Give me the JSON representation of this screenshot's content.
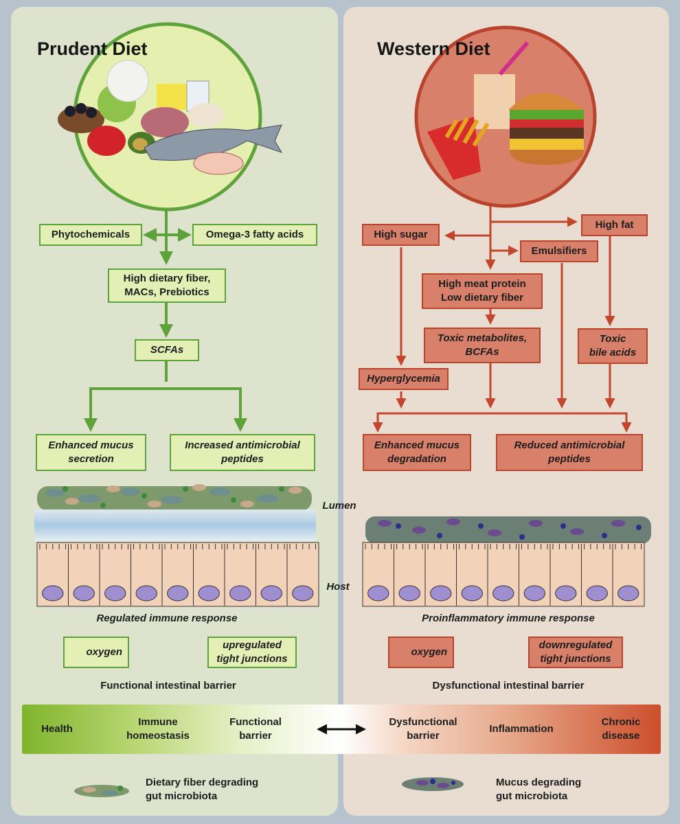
{
  "prudent": {
    "title": "Prudent Diet",
    "phytochemicals": "Phytochemicals",
    "omega3": "Omega-3 fatty acids",
    "fiber_line1": "High dietary fiber,",
    "fiber_line2": "MACs, Prebiotics",
    "scfas": "SCFAs",
    "mucus_line1": "Enhanced mucus",
    "mucus_line2": "secretion",
    "amp_line1": "Increased antimicrobial",
    "amp_line2": "peptides",
    "immune": "Regulated immune response",
    "oxygen": "oxygen",
    "tj_line1": "upregulated",
    "tj_line2": "tight junctions",
    "barrier": "Functional intestinal barrier"
  },
  "western": {
    "title": "Western Diet",
    "high_sugar": "High sugar",
    "high_fat": "High fat",
    "emulsifiers": "Emulsifiers",
    "meat_line1": "High meat protein",
    "meat_line2": "Low dietary fiber",
    "toxic_met_line1": "Toxic metabolites,",
    "toxic_met_line2": "BCFAs",
    "bile_line1": "Toxic",
    "bile_line2": "bile acids",
    "hyperglycemia": "Hyperglycemia",
    "mucus_line1": "Enhanced mucus",
    "mucus_line2": "degradation",
    "amp_line1": "Reduced antimicrobial",
    "amp_line2": "peptides",
    "immune": "Proinflammatory immune response",
    "oxygen": "oxygen",
    "tj_line1": "downregulated",
    "tj_line2": "tight junctions",
    "barrier": "Dysfunctional intestinal barrier"
  },
  "labels": {
    "lumen": "Lumen",
    "host": "Host"
  },
  "spectrum": {
    "health": "Health",
    "immune_line1": "Immune",
    "immune_line2": "homeostasis",
    "functional_line1": "Functional",
    "functional_line2": "barrier",
    "dysfunctional_line1": "Dysfunctional",
    "dysfunctional_line2": "barrier",
    "inflammation": "Inflammation",
    "chronic_line1": "Chronic",
    "chronic_line2": "disease"
  },
  "legend": {
    "fiber_line1": "Dietary fiber degrading",
    "fiber_line2": "gut microbiota",
    "mucus_line1": "Mucus degrading",
    "mucus_line2": "gut microbiota"
  },
  "colors": {
    "green": "#5ea23a",
    "red": "#c2462c",
    "green_box": "#e3efb5",
    "red_box": "#d9806a"
  },
  "icons": [
    "healthy-food-illustration",
    "fast-food-illustration",
    "double-arrow-icon",
    "up-arrow-icon",
    "down-arrow-icon"
  ]
}
